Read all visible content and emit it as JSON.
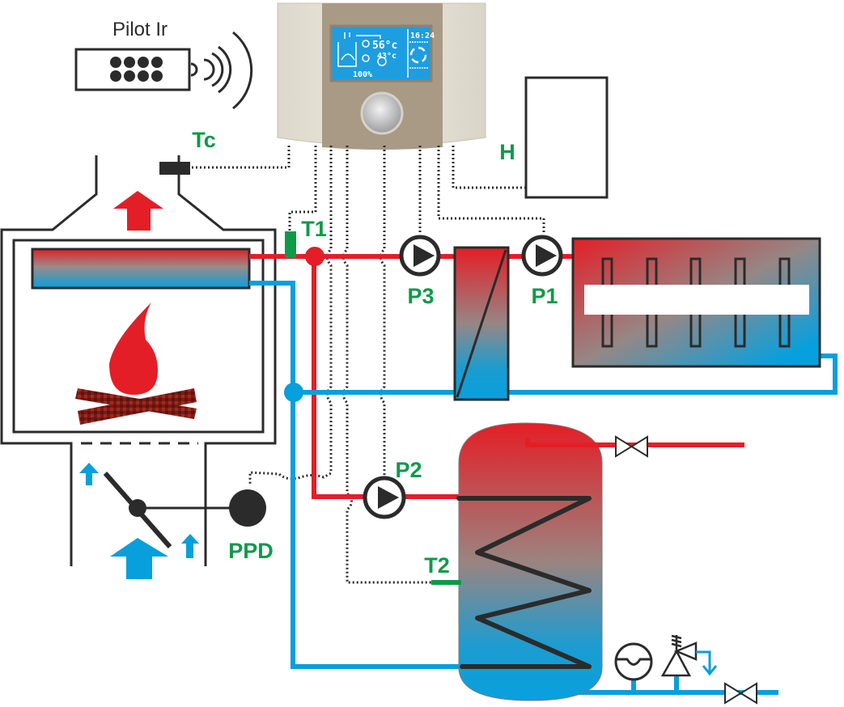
{
  "diagram": {
    "title": "Wood-fired boiler heating installation scheme",
    "colors": {
      "hot": "#e41e26",
      "cold": "#079fdc",
      "label": "#0e9a48",
      "line": "#2b2b2b",
      "controller_body": "#e6e2d6",
      "controller_panel": "#a89a84",
      "lcd": "#1d9ee0"
    },
    "remote": {
      "label": "Pilot Ir",
      "icon": "infrared-remote-icon"
    },
    "controller": {
      "display": {
        "supply_temp": "56°c",
        "return_temp": "43°c",
        "fan_power": "100%",
        "time": "16:24"
      },
      "knob": "control-knob"
    },
    "labels": {
      "flue_sensor": "Tc",
      "boiler_sensor": "T1",
      "tank_sensor": "T2",
      "pump_heat_exchanger": "P3",
      "pump_central_heating": "P1",
      "pump_dhw": "P2",
      "thermostat": "H",
      "air_damper": "PPD"
    }
  }
}
